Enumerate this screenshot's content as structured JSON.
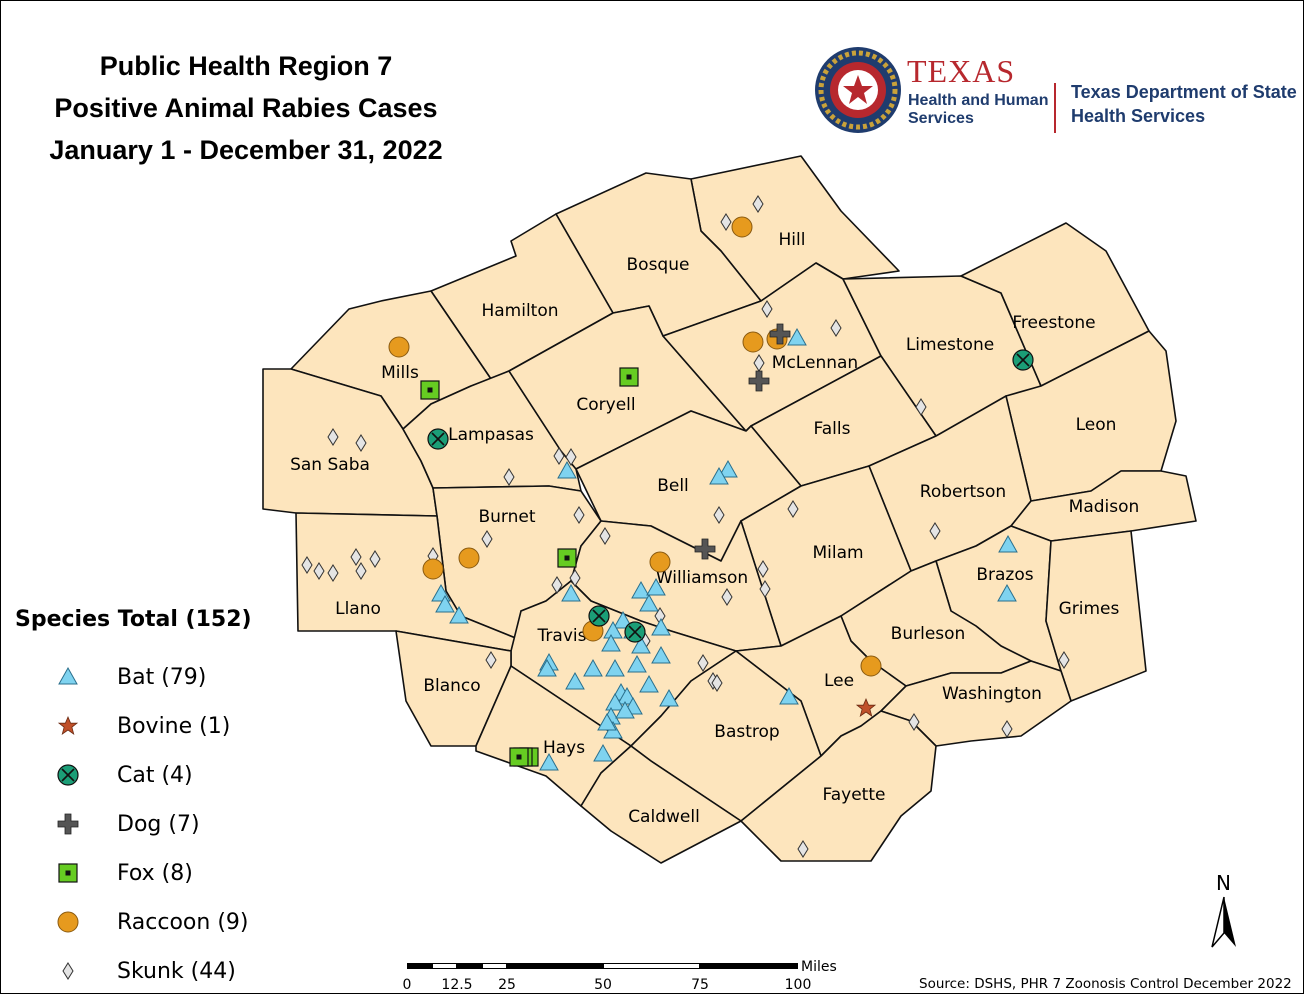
{
  "title_lines": [
    "Public Health Region 7",
    "Positive Animal Rabies Cases",
    "January 1 - December 31, 2022"
  ],
  "logo": {
    "texas": "TEXAS",
    "hhs_line1": "Health and Human",
    "hhs_line2": "Services",
    "dshs_line1": "Texas Department of State",
    "dshs_line2": "Health Services",
    "accent_color": "#b7282e",
    "navy_color": "#1f3c6e"
  },
  "counties": [
    "Hill",
    "Bosque",
    "Hamilton",
    "Mills",
    "San Saba",
    "Lampasas",
    "Coryell",
    "McLennan",
    "Limestone",
    "Freestone",
    "Leon",
    "Falls",
    "Bell",
    "Burnet",
    "Llano",
    "Robertson",
    "Madison",
    "Milam",
    "Williamson",
    "Brazos",
    "Grimes",
    "Travis",
    "Burleson",
    "Blanco",
    "Lee",
    "Washington",
    "Bastrop",
    "Hays",
    "Fayette",
    "Caldwell"
  ],
  "legend": {
    "title": "Species Total (152)",
    "items": [
      {
        "label": "Bat (79)",
        "icon": "triangle-icon",
        "color": "#7fd3f0"
      },
      {
        "label": "Bovine (1)",
        "icon": "star-icon",
        "color": "#c0502a"
      },
      {
        "label": "Cat (4)",
        "icon": "circle-x-icon",
        "color": "#1b9e77"
      },
      {
        "label": "Dog (7)",
        "icon": "plus-icon",
        "color": "#555555"
      },
      {
        "label": "Fox (8)",
        "icon": "square-dot-icon",
        "color": "#66cc22"
      },
      {
        "label": "Raccoon (9)",
        "icon": "circle-icon",
        "color": "#e69a1e"
      },
      {
        "label": "Skunk (44)",
        "icon": "diamond-icon",
        "color": "#d9d9d9"
      }
    ]
  },
  "scale": {
    "ticks": [
      "0",
      "12.5",
      "25",
      "50",
      "75",
      "100"
    ],
    "unit": "Miles"
  },
  "north_label": "N",
  "source": "Source: DSHS, PHR 7 Zoonosis Control December 2022",
  "county_fill": "#fde5bd"
}
